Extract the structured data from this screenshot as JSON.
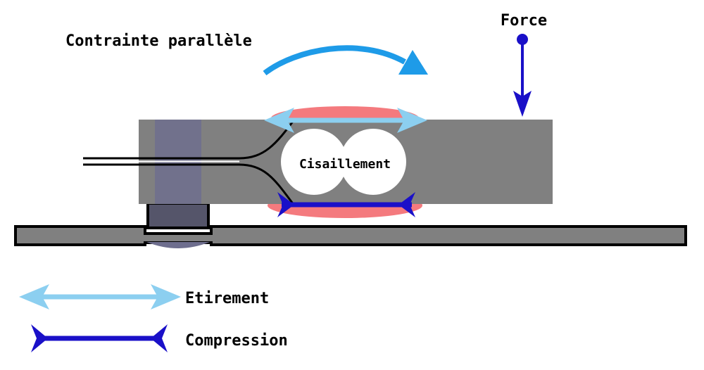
{
  "labels": {
    "parallel_stress": "Contrainte parallèle",
    "force": "Force",
    "shear": "Cisaillement"
  },
  "legend": {
    "stretch": "Etirement",
    "compression": "Compression"
  },
  "colors": {
    "beam": "#808080",
    "bolt": "#6e6e8e",
    "stretch_arrow": "#8ccff0",
    "compression_arrow": "#1a10c8",
    "force_arrow": "#1a10c8",
    "parallel_arrow": "#1e9be8",
    "strain_zone": "#f47a7e"
  }
}
